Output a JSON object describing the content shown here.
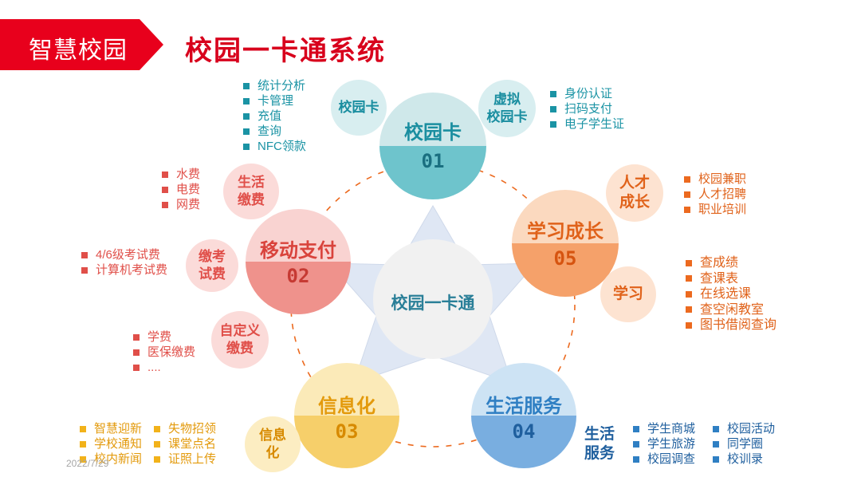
{
  "header": {
    "tag": "智慧校园",
    "title": "校园一卡通系统"
  },
  "center": {
    "label": "校园一卡通"
  },
  "date": "2022/7/29",
  "colors": {
    "red": "#e8001c",
    "teal": "#1a93a4",
    "orange": "#ec6a1f",
    "blue": "#2f7fc3",
    "gold": "#f2b21a",
    "salmon": "#e04f49"
  },
  "hubs": {
    "card": {
      "label": "校园卡",
      "number": "01"
    },
    "study": {
      "label": "学习成长",
      "number": "05"
    },
    "life": {
      "label": "生活服务",
      "number": "04"
    },
    "info": {
      "label": "信息化",
      "number": "03"
    },
    "pay": {
      "label": "移动支付",
      "number": "02"
    }
  },
  "satellites": {
    "campus_card": "校园卡",
    "virtual_card": "虚拟\n校园卡",
    "talent": "人才\n成长",
    "study": "学习",
    "life": "生活\n服务",
    "info": "信息\n化",
    "utility": "生活\n缴费",
    "exam": "缴考\n试费",
    "custom": "自定义\n缴费"
  },
  "lists": {
    "card_mgmt": [
      "统计分析",
      "卡管理",
      "充值",
      "查询",
      "NFC领款"
    ],
    "virtual": [
      "身份认证",
      "扫码支付",
      "电子学生证"
    ],
    "talent": [
      "校园兼职",
      "人才招聘",
      "职业培训"
    ],
    "study": [
      "查成绩",
      "查课表",
      "在线选课",
      "查空闲教室",
      "图书借阅查询"
    ],
    "life_a": [
      "学生商城",
      "学生旅游",
      "校园调查"
    ],
    "life_b": [
      "校园活动",
      "同学圈",
      "校训录"
    ],
    "info_a": [
      "智慧迎新",
      "学校通知",
      "校内新闻"
    ],
    "info_b": [
      "失物招领",
      "课堂点名",
      "证照上传"
    ],
    "utility": [
      "水费",
      "电费",
      "网费"
    ],
    "exam": [
      "4/6级考试费",
      "计算机考试费"
    ],
    "custom": [
      "学费",
      "医保缴费",
      "...."
    ]
  }
}
